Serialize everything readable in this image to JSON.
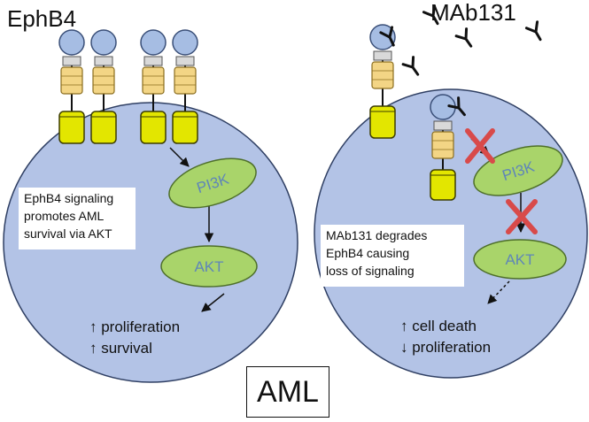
{
  "labels": {
    "receptor_name": "EphB4",
    "antibody_name": "MAb131",
    "cell_type": "AML"
  },
  "left_cell": {
    "note": "EphB4 signaling\npromotes AML\nsurvival via AKT",
    "node_pi3k": "PI3K",
    "node_akt": "AKT",
    "outcome": "↑ proliferation\n↑ survival"
  },
  "right_cell": {
    "note": "MAb131 degrades\nEphB4 causing\nloss of signaling",
    "node_pi3k": "PI3K",
    "node_akt": "AKT",
    "outcome": "↑ cell death\n↓ proliferation"
  },
  "colors": {
    "cell_fill": "#b3c3e6",
    "cell_stroke": "#2f3f63",
    "node_fill": "#a9d46a",
    "node_stroke": "#4e6f2a",
    "node_text": "#5f86b8",
    "receptor_head": "#a6bde3",
    "receptor_linker": "#f3d585",
    "receptor_base": "#e3e600",
    "block_mark": "#d84a4a"
  }
}
